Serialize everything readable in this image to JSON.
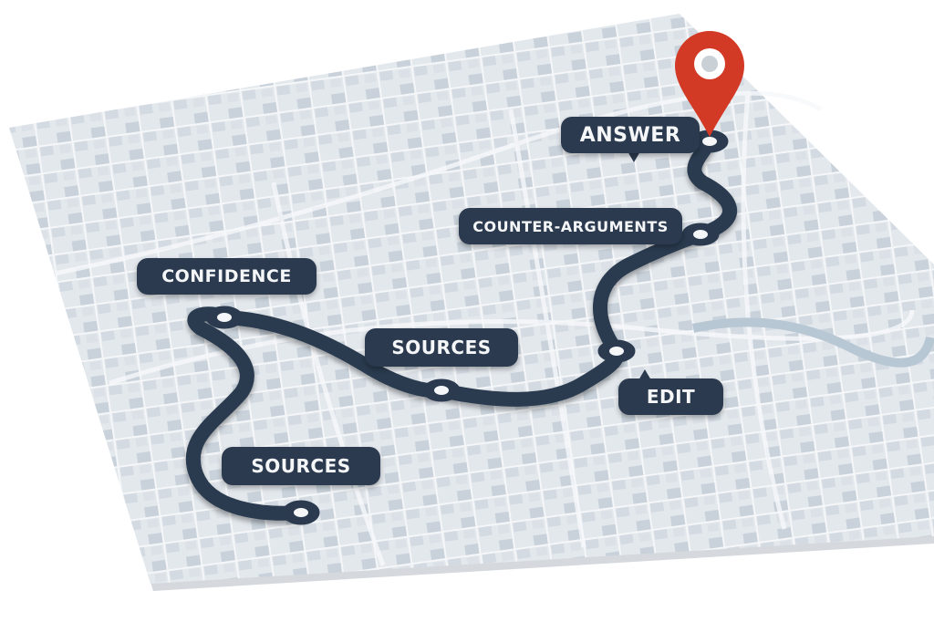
{
  "map": {
    "paper_color": "#e6ebef",
    "route_color": "#2b3a4f",
    "pin_color": "#d23a26",
    "pin_icon": "map-pin-icon"
  },
  "labels": {
    "answer": "ANSWER",
    "counter_arguments": "COUNTER-ARGUMENTS",
    "edit": "EDIT",
    "sources_middle": "SOURCES",
    "confidence": "CONFIDENCE",
    "sources_start": "SOURCES"
  }
}
